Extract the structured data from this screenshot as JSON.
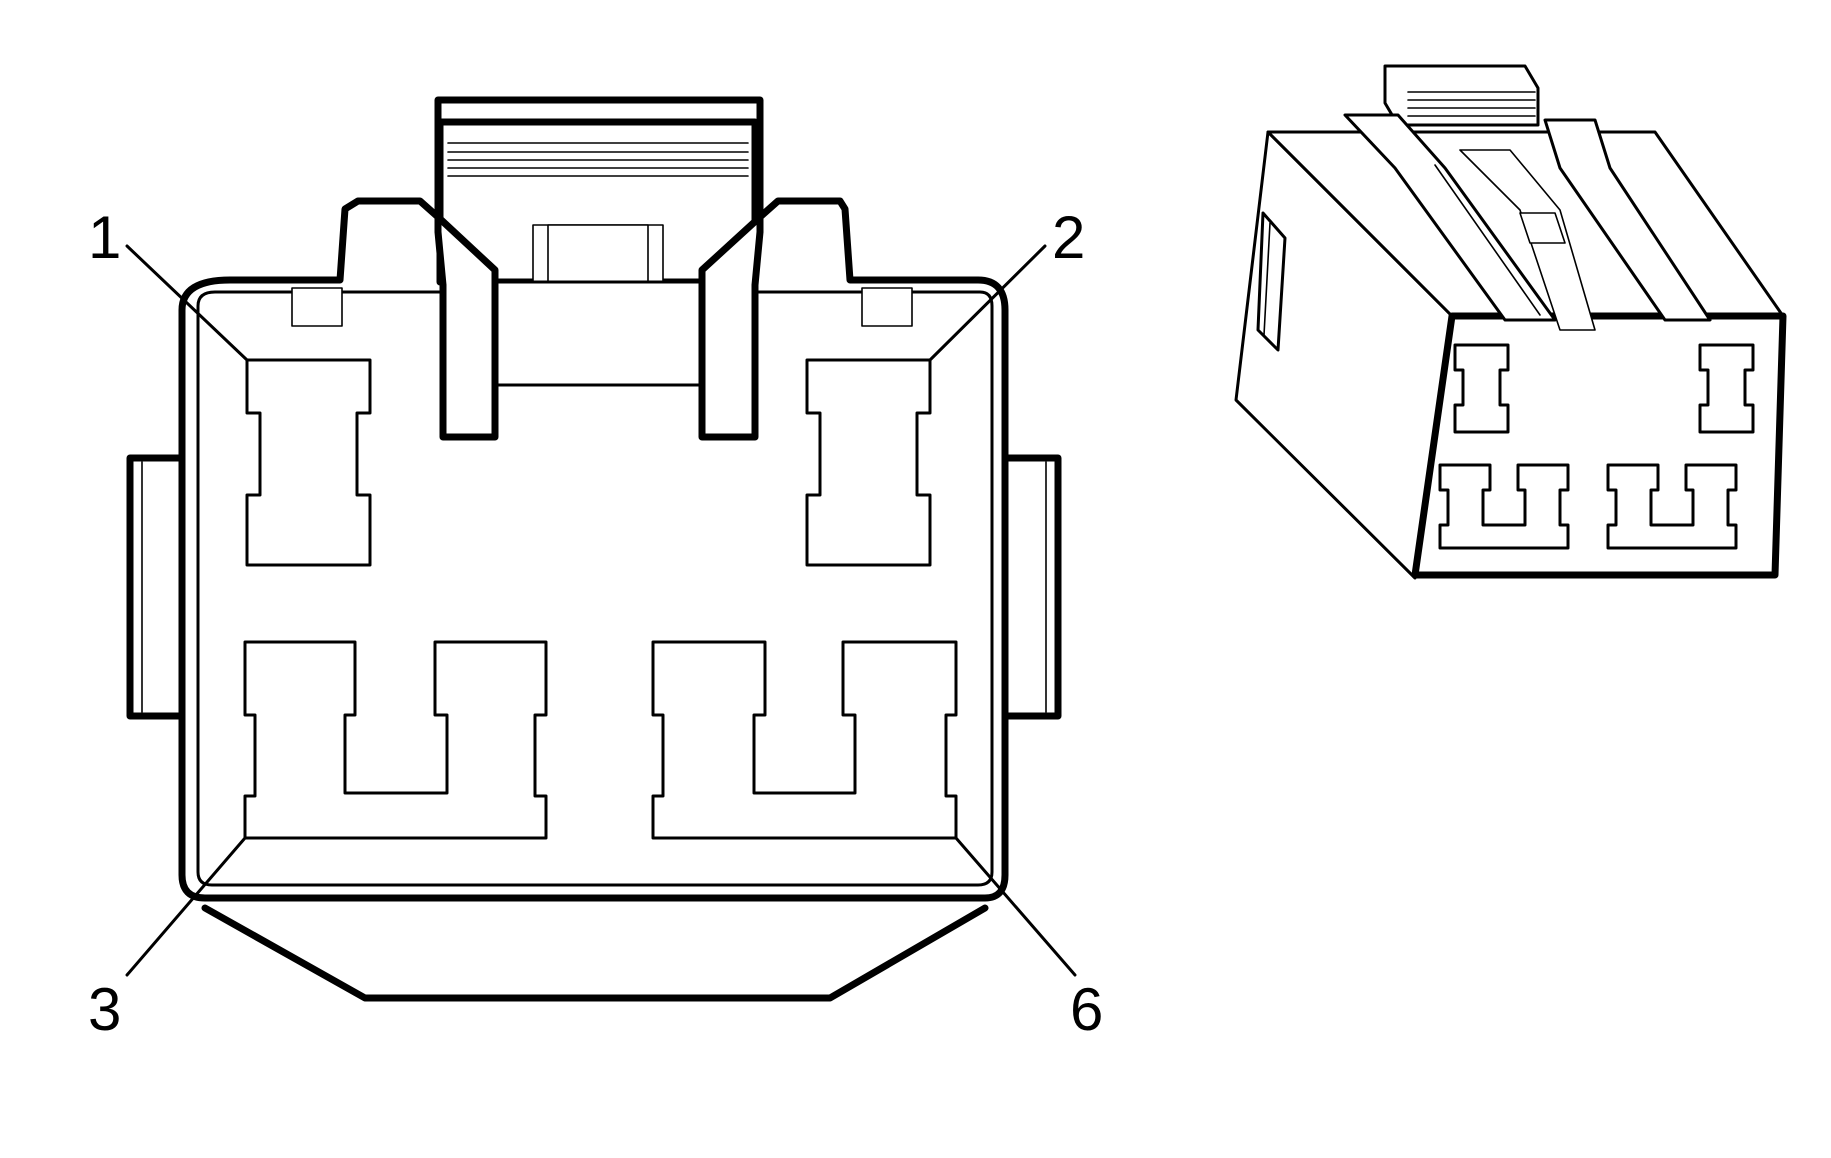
{
  "front_view": {
    "pin_labels": {
      "pin1": "1",
      "pin2": "2",
      "pin3": "3",
      "pin6": "6"
    }
  },
  "iso_view": {}
}
